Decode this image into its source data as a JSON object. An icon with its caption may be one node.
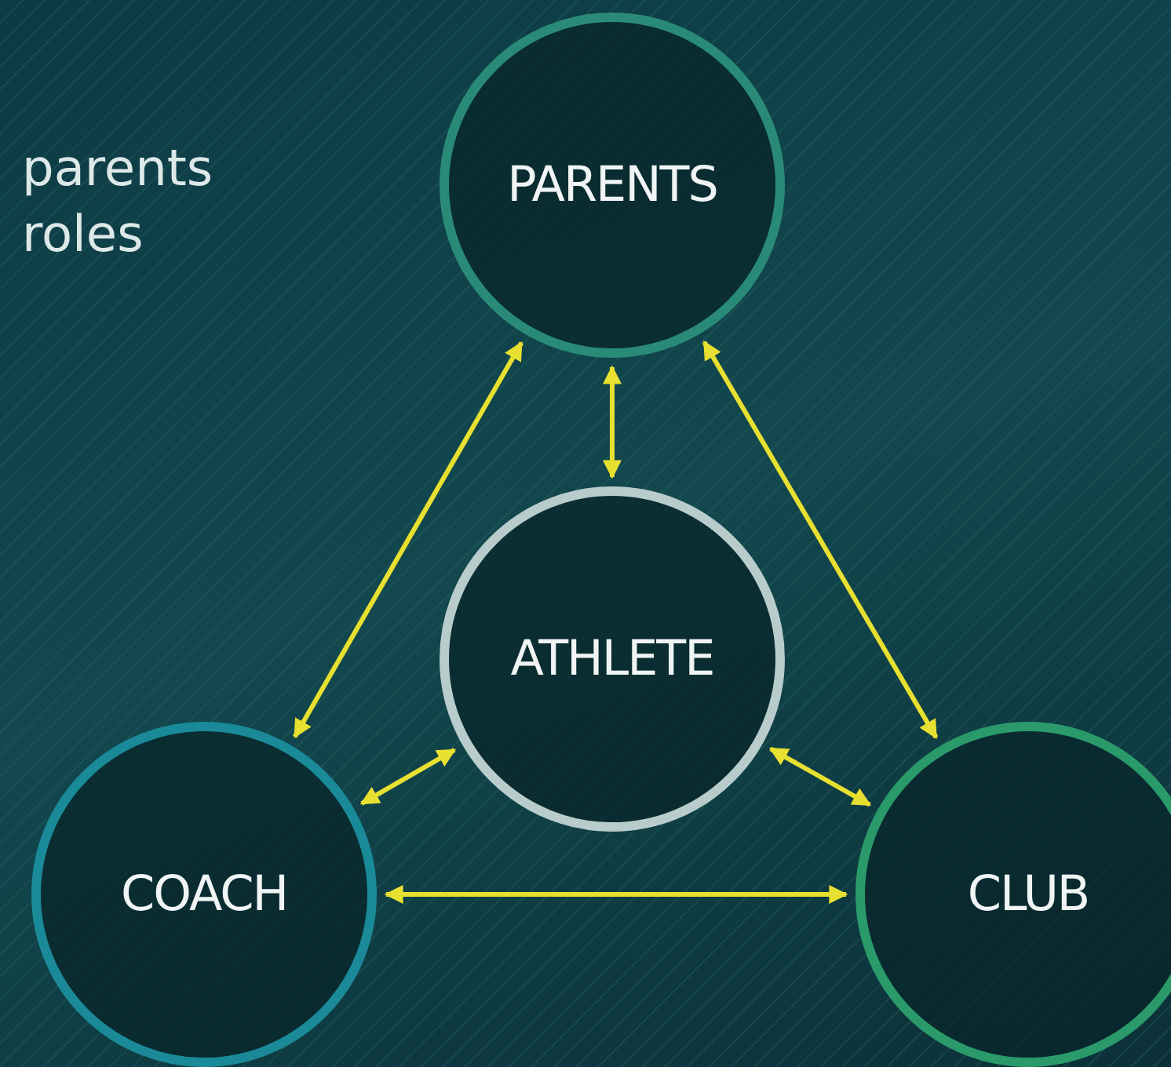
{
  "diagram": {
    "nodes": [
      {
        "text": [
          "PARENTS"
        ]
      },
      {
        "text": [
          "ATHLETE"
        ]
      },
      {
        "text": [
          "COACH"
        ]
      },
      {
        "text": [
          "CLUB"
        ]
      }
    ],
    "edges": [
      {
        "from": 0,
        "to": 1,
        "arrow": "both"
      },
      {
        "from": 0,
        "to": 2,
        "arrow": "both"
      },
      {
        "from": 0,
        "to": 3,
        "arrow": "both"
      },
      {
        "from": 1,
        "to": 2,
        "arrow": "both"
      },
      {
        "from": 1,
        "to": 3,
        "arrow": "both"
      },
      {
        "from": 2,
        "to": 3,
        "arrow": "both"
      }
    ],
    "labels": [
      "parents roles"
    ]
  }
}
